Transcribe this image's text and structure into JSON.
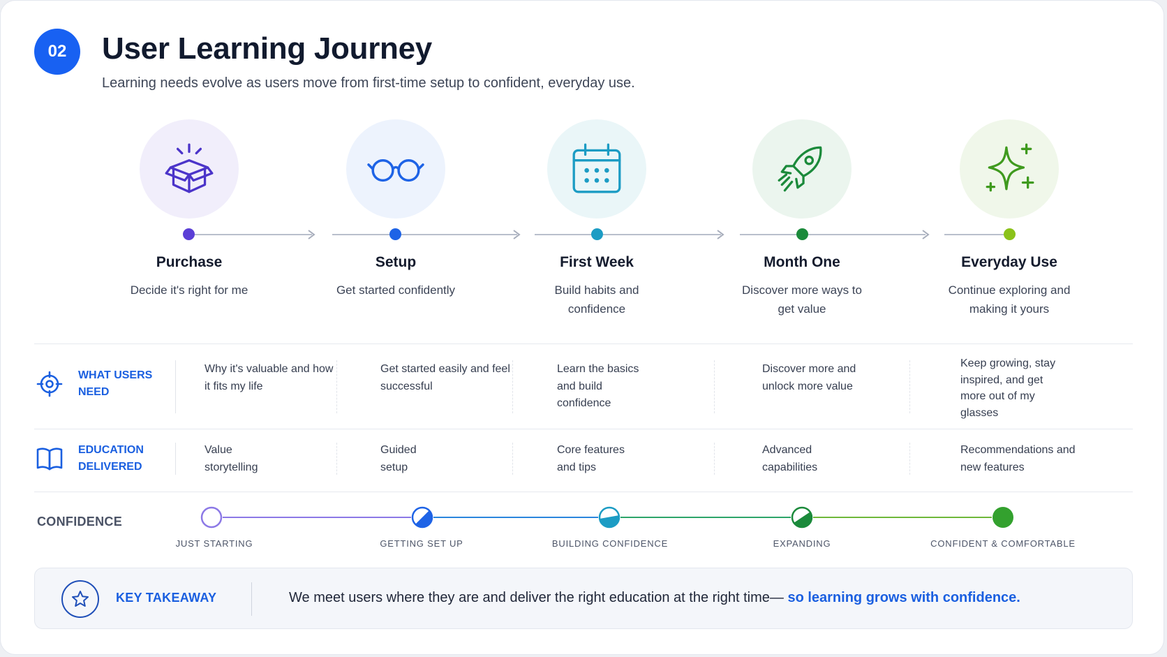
{
  "header": {
    "badge": "02",
    "title": "User Learning Journey",
    "subtitle": "Learning needs evolve as users move from first-time setup to confident, everyday use."
  },
  "stages": [
    {
      "name": "Purchase",
      "desc": "Decide it's right for me",
      "icon": "open-box-icon",
      "color": "#5b3fd6",
      "bg": "#f1eefb"
    },
    {
      "name": "Setup",
      "desc": "Get started confidently",
      "icon": "glasses-icon",
      "color": "#1e63e6",
      "bg": "#edf3fd"
    },
    {
      "name": "First Week",
      "desc": "Build habits and confidence",
      "icon": "calendar-icon",
      "color": "#1c9cc4",
      "bg": "#eaf6f8"
    },
    {
      "name": "Month One",
      "desc": "Discover more ways to get value",
      "icon": "rocket-icon",
      "color": "#1b8a3b",
      "bg": "#ebf5ee"
    },
    {
      "name": "Everyday Use",
      "desc": "Continue exploring and making it yours",
      "icon": "sparkle-icon",
      "color": "#59a51e",
      "bg": "#f0f7ea"
    }
  ],
  "rows": {
    "needs": {
      "label": "WHAT USERS NEED",
      "icon": "target-icon",
      "cells": [
        "Why it's valuable and how it fits my life",
        "Get started easily and feel successful",
        "Learn the basics and build confidence",
        "Discover more and unlock more value",
        "Keep growing, stay inspired, and get more out of my glasses"
      ]
    },
    "education": {
      "label": "EDUCATION DELIVERED",
      "icon": "book-icon",
      "cells": [
        "Value storytelling",
        "Guided setup",
        "Core features and tips",
        "Advanced capabilities",
        "Recommendations and new features"
      ]
    }
  },
  "confidence": {
    "label": "CONFIDENCE",
    "levels": [
      {
        "label": "JUST STARTING",
        "fill": 0
      },
      {
        "label": "GETTING SET UP",
        "fill": 0.25
      },
      {
        "label": "BUILDING CONFIDENCE",
        "fill": 0.5
      },
      {
        "label": "EXPANDING",
        "fill": 0.75
      },
      {
        "label": "CONFIDENT & COMFORTABLE",
        "fill": 1
      }
    ]
  },
  "takeaway": {
    "label": "KEY TAKEAWAY",
    "icon": "star-icon",
    "text": "We meet users where they are and deliver the right education at the right time— ",
    "highlight": "so learning grows with confidence."
  }
}
